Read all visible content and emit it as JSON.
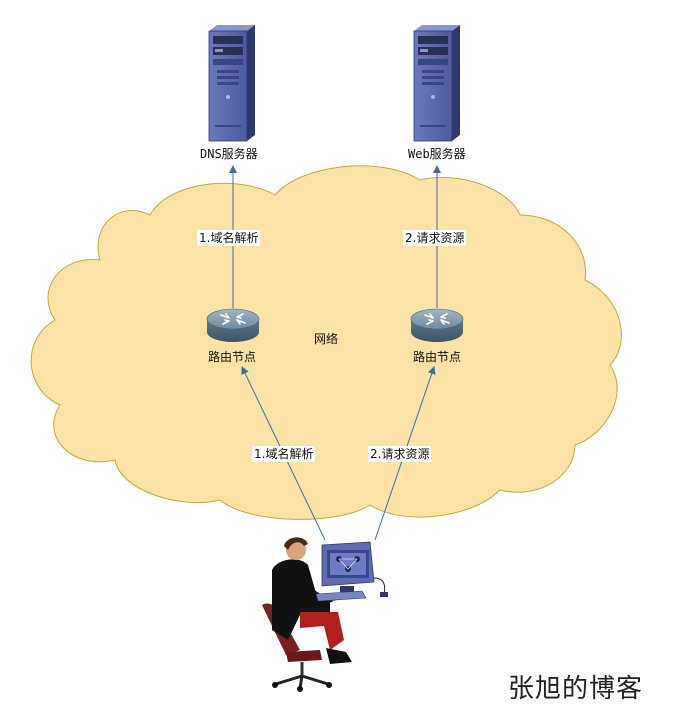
{
  "servers": {
    "dns": {
      "label": "DNS服务器"
    },
    "web": {
      "label": "Web服务器"
    }
  },
  "network": {
    "label": "网络"
  },
  "routers": {
    "left": {
      "label": "路由节点"
    },
    "right": {
      "label": "路由节点"
    }
  },
  "edges": {
    "dns_lookup_top": "1.域名解析",
    "dns_lookup_bottom": "1.域名解析",
    "web_request_top": "2.请求资源",
    "web_request_bottom": "2.请求资源"
  },
  "watermark": "张旭的博客",
  "colors": {
    "cloud_fill": "#FBE3A8",
    "cloud_stroke": "#C9A63A",
    "arrow": "#3A6FA0",
    "server": "#5463A8"
  }
}
